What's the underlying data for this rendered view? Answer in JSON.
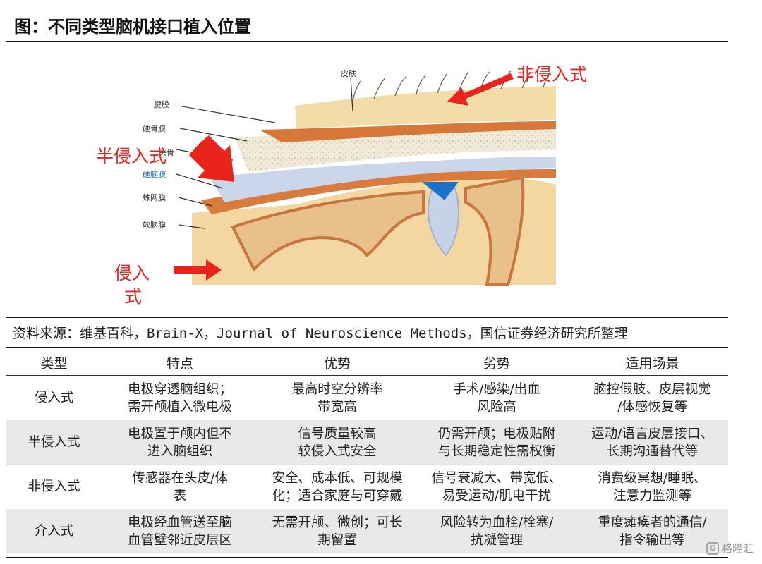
{
  "figure_title": "图：不同类型脑机接口植入位置",
  "diagram": {
    "layer_labels": [
      "皮肤",
      "腱膜",
      "硬骨膜",
      "头骨",
      "硬脑膜",
      "蛛网膜",
      "软脑膜"
    ],
    "callouts": {
      "non_invasive": "非侵入式",
      "semi_invasive": "半侵入式",
      "invasive_line1": "侵入",
      "invasive_line2": "式"
    },
    "colors": {
      "callout_red": "#e8241c",
      "dura_blue": "#1a6fb5"
    }
  },
  "source_text": "资料来源：维基百科，Brain-X，Journal of Neuroscience Methods，国信证券经济研究所整理",
  "table": {
    "headers": [
      "类型",
      "特点",
      "优势",
      "劣势",
      "适用场景"
    ],
    "rows": [
      [
        [
          "侵入式"
        ],
        [
          "电极穿透脑组织；",
          "需开颅植入微电极"
        ],
        [
          "最高时空分辨率",
          "带宽高"
        ],
        [
          "手术/感染/出血",
          "风险高"
        ],
        [
          "脑控假肢、皮层视觉",
          "/体感恢复等"
        ]
      ],
      [
        [
          "半侵入式"
        ],
        [
          "电极置于颅内但不",
          "进入脑组织"
        ],
        [
          "信号质量较高",
          "较侵入式安全"
        ],
        [
          "仍需开颅；电极贴附",
          "与长期稳定性需权衡"
        ],
        [
          "运动/语言皮层接口、",
          "长期沟通替代等"
        ]
      ],
      [
        [
          "非侵入式"
        ],
        [
          "传感器在头皮/体",
          "表"
        ],
        [
          "安全、成本低、可规模",
          "化；适合家庭与可穿戴"
        ],
        [
          "信号衰减大、带宽低、",
          "易受运动/肌电干扰"
        ],
        [
          "消费级冥想/睡眠、",
          "注意力监测等"
        ]
      ],
      [
        [
          "介入式"
        ],
        [
          "电极经血管送至脑",
          "血管壁邻近皮层区"
        ],
        [
          "无需开颅、微创；可长",
          "期留置"
        ],
        [
          "风险转为血栓/栓塞/",
          "抗凝管理"
        ],
        [
          "重度瘫痪者的通信/",
          "指令输出等"
        ]
      ]
    ]
  },
  "watermark": "格隆汇"
}
